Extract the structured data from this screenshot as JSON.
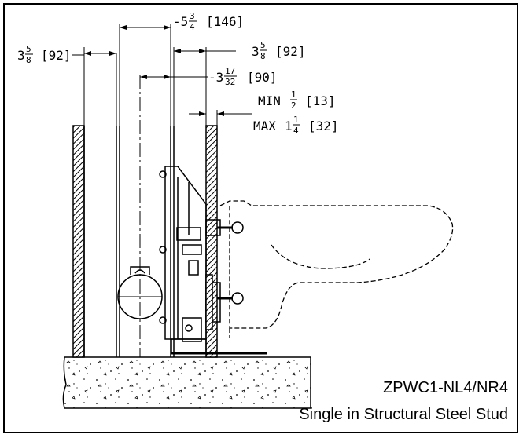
{
  "title_block": {
    "model": "ZPWC1-NL4/NR4",
    "description": "Single in Structural Steel Stud"
  },
  "dimensions": {
    "d1": {
      "whole": "5",
      "num": "3",
      "den": "4",
      "metric": "[146]"
    },
    "d2": {
      "whole": "3",
      "num": "5",
      "den": "8",
      "metric": "[92]"
    },
    "d3": {
      "whole": "3",
      "num": "5",
      "den": "8",
      "metric": "[92]"
    },
    "d4": {
      "whole": "3",
      "num": "17",
      "den": "32",
      "metric": "[90]"
    },
    "d5": {
      "prefix": "MIN",
      "num": "1",
      "den": "2",
      "metric": "[13]"
    },
    "d6": {
      "prefix": "MAX",
      "whole": "1",
      "num": "1",
      "den": "4",
      "metric": "[32]"
    }
  }
}
